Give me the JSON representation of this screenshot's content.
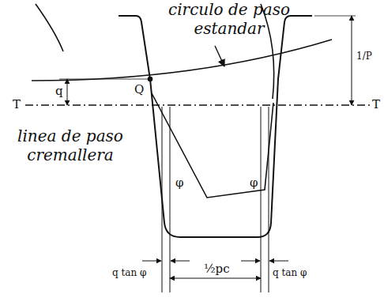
{
  "diagram": {
    "labels": [
      "circulo de paso estandar",
      "linea de paso cremallera",
      "q",
      "Q",
      "T",
      "T",
      "1/P",
      "φ",
      "φ",
      "½pc",
      "q tan φ",
      "q tan φ"
    ]
  }
}
